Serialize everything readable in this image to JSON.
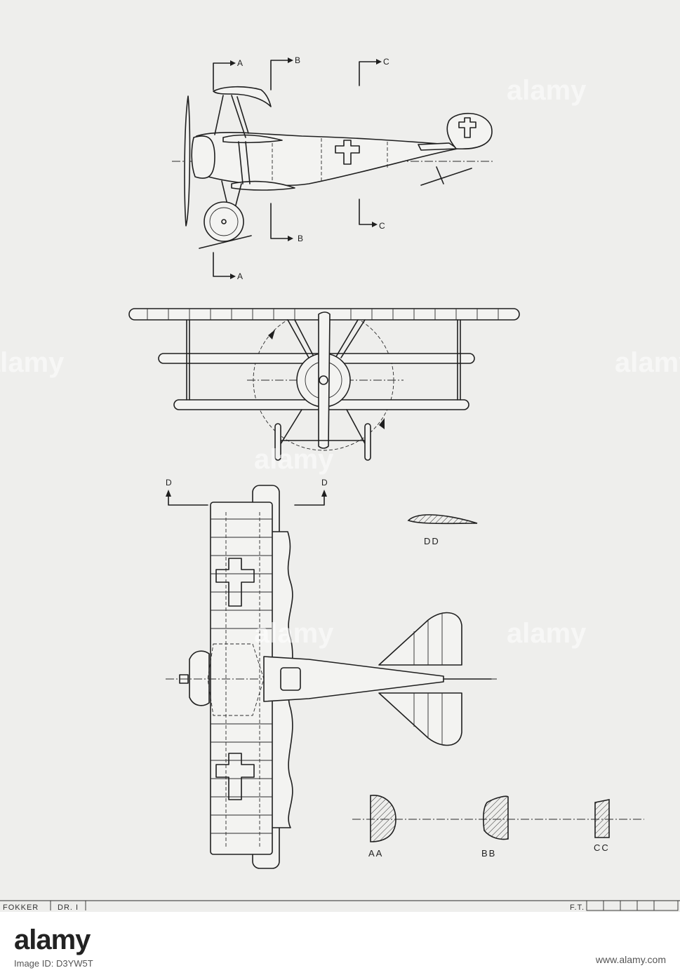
{
  "sections": {
    "side_view": {
      "markers": [
        "A",
        "B",
        "C",
        "A",
        "B",
        "C"
      ]
    },
    "plan_view": {
      "markers": [
        "D",
        "D"
      ]
    },
    "section_labels": [
      "DD",
      "AA",
      "BB",
      "CC"
    ]
  },
  "title_block": {
    "aircraft": "FOKKER",
    "model": "DR. I",
    "sheet_code": "F.T."
  },
  "watermark": {
    "text": "alamy"
  },
  "footer": {
    "logo": "alamy",
    "image_id": "Image ID: D3YW5T",
    "site": "www.alamy.com"
  }
}
